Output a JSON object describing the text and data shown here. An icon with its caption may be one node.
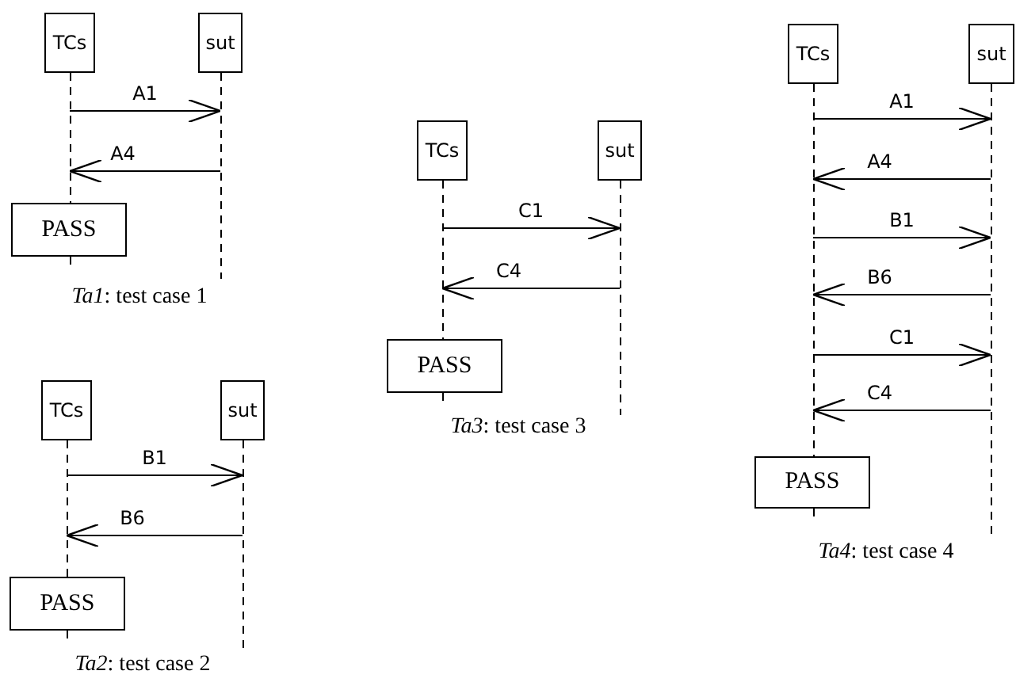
{
  "diagram": {
    "nodes": [
      {
        "text": [
          "TCs"
        ]
      },
      {
        "text": [
          "sut"
        ]
      },
      {
        "text": [],
        "shape": "bar"
      },
      {
        "text": [],
        "shape": "bar"
      },
      {
        "text": [
          "PASS"
        ]
      },
      {
        "text": [
          "TCs"
        ]
      },
      {
        "text": [
          "sut"
        ]
      },
      {
        "text": [],
        "shape": "bar"
      },
      {
        "text": [],
        "shape": "bar"
      },
      {
        "text": [
          "PASS"
        ]
      },
      {
        "text": [
          "TCs"
        ]
      },
      {
        "text": [
          "sut"
        ]
      },
      {
        "text": [],
        "shape": "bar"
      },
      {
        "text": [],
        "shape": "bar"
      },
      {
        "text": [
          "PASS"
        ]
      },
      {
        "text": [
          "TCs"
        ]
      },
      {
        "text": [
          "sut"
        ]
      },
      {
        "text": [],
        "shape": "bar"
      },
      {
        "text": [],
        "shape": "bar"
      },
      {
        "text": [
          "PASS"
        ]
      }
    ],
    "edges": [
      {
        "from": 2,
        "to": 3,
        "arrow": "to",
        "label": "A1"
      },
      {
        "from": 3,
        "to": 2,
        "arrow": "to",
        "label": "A4"
      },
      {
        "from": 7,
        "to": 8,
        "arrow": "to",
        "label": "B1"
      },
      {
        "from": 8,
        "to": 7,
        "arrow": "to",
        "label": "B6"
      },
      {
        "from": 12,
        "to": 13,
        "arrow": "to",
        "label": "C1"
      },
      {
        "from": 13,
        "to": 12,
        "arrow": "to",
        "label": "C4"
      },
      {
        "from": 17,
        "to": 18,
        "arrow": "to",
        "label": "A1"
      },
      {
        "from": 18,
        "to": 17,
        "arrow": "to",
        "label": "A4"
      },
      {
        "from": 17,
        "to": 18,
        "arrow": "to",
        "label": "B1"
      },
      {
        "from": 18,
        "to": 17,
        "arrow": "to",
        "label": "B6"
      },
      {
        "from": 17,
        "to": 18,
        "arrow": "to",
        "label": "C1"
      },
      {
        "from": 18,
        "to": 17,
        "arrow": "to",
        "label": "C4"
      }
    ],
    "labels": [
      "*Ta1*: test case 1",
      "*Ta2*: test case 2",
      "*Ta3*: test case 3",
      "*Ta4*: test case 4"
    ]
  }
}
